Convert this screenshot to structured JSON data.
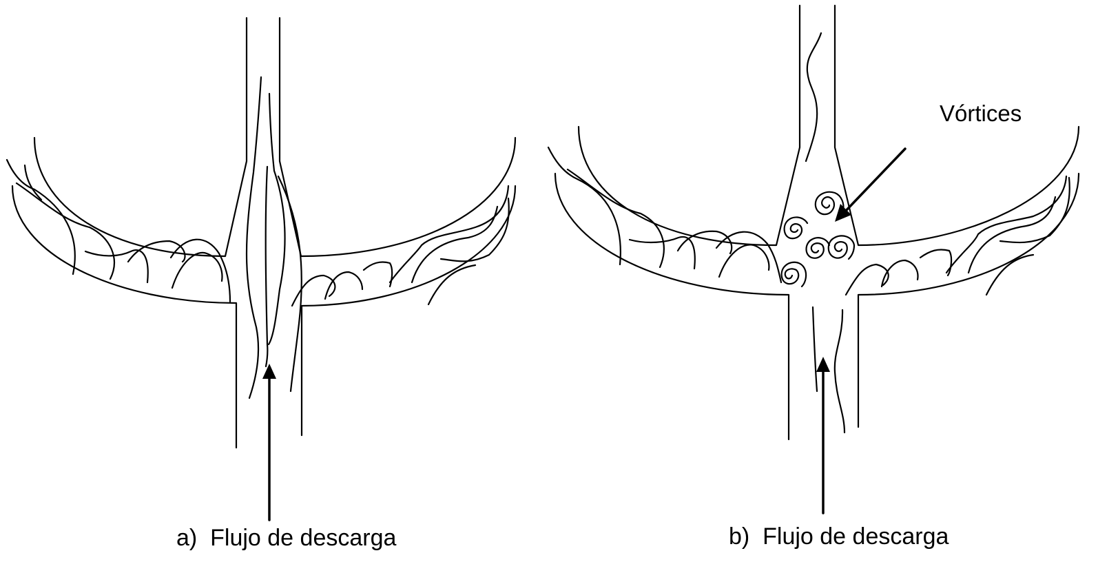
{
  "diagram": {
    "panel_a": {
      "caption": "a)  Flujo de descarga"
    },
    "panel_b": {
      "caption": "b)  Flujo de descarga",
      "annotation": "Vórtices"
    },
    "colors": {
      "stroke": "#000000",
      "background": "#ffffff"
    }
  }
}
